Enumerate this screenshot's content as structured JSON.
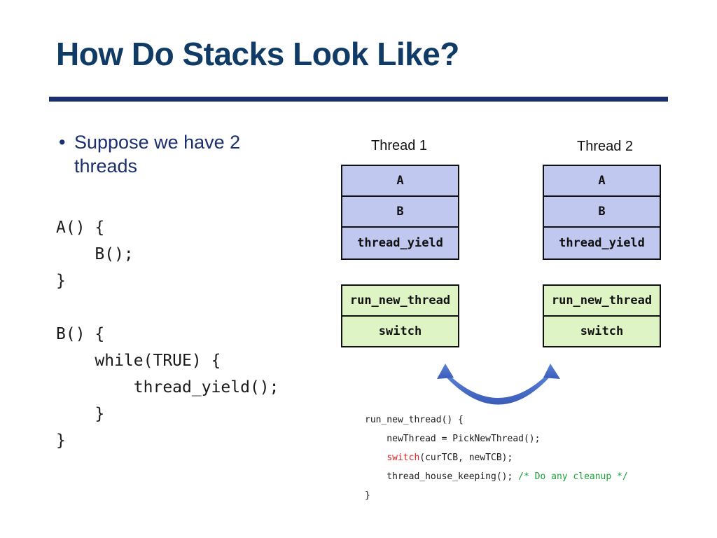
{
  "title": "How Do Stacks Look Like?",
  "bullet": "Suppose we have 2 threads",
  "code_lines": [
    "A() {",
    "    B();",
    "}",
    "B() {",
    "    while(TRUE) {",
    "        thread_yield();",
    "    }",
    "}"
  ],
  "threads": [
    {
      "label": "Thread 1",
      "top_frames": [
        "A",
        "B",
        "thread_yield"
      ],
      "bottom_frames": [
        "run_new_thread",
        "switch"
      ]
    },
    {
      "label": "Thread 2",
      "top_frames": [
        "A",
        "B",
        "thread_yield"
      ],
      "bottom_frames": [
        "run_new_thread",
        "switch"
      ]
    }
  ],
  "run_new_thread_code": {
    "line1": "run_new_thread() {",
    "line2": "    newThread = PickNewThread();",
    "line3_keyword": "switch",
    "line3_rest": "(curTCB, newTCB);",
    "line4_code": "    thread_house_keeping(); ",
    "line4_comment": "/* Do any cleanup */",
    "line5": "}"
  },
  "colors": {
    "title": "#0f3b66",
    "rule": "#1a2f6e",
    "stack_blue": "#c0c8f0",
    "stack_green": "#dff4c4",
    "arrow": "#4a6ec8",
    "keyword_red": "#e0201c",
    "comment_green": "#1aa33a"
  }
}
